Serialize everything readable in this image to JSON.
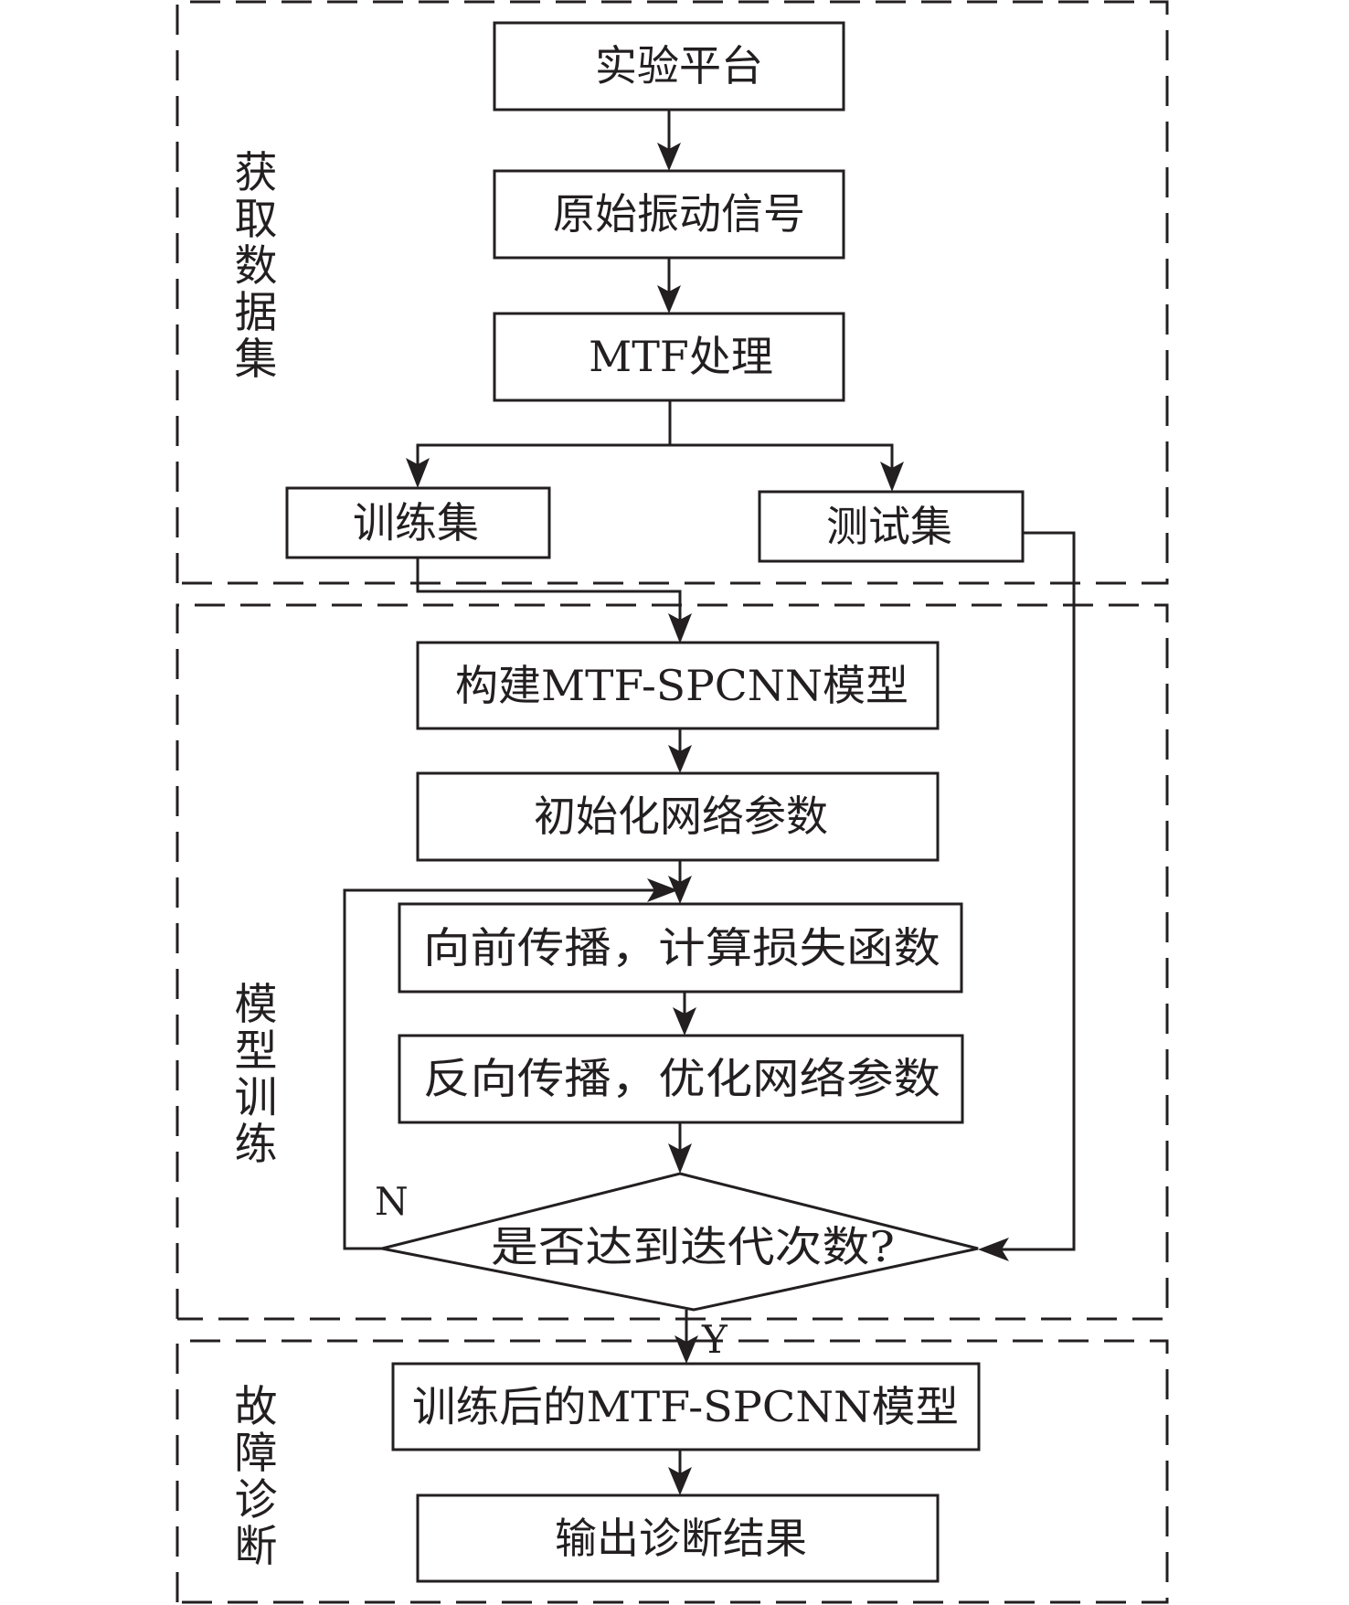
{
  "diagram": {
    "type": "flowchart",
    "colors": {
      "line": "#231f20",
      "background": "#ffffff"
    },
    "sections": [
      {
        "id": "data",
        "label": "获取数据集",
        "border_style": "dashed"
      },
      {
        "id": "train",
        "label": "模型训练",
        "border_style": "dashed"
      },
      {
        "id": "diagnose",
        "label": "故障诊断",
        "border_style": "dashed"
      }
    ],
    "nodes": [
      {
        "id": "platform",
        "section": "data",
        "shape": "rect",
        "label": "实验平台"
      },
      {
        "id": "raw_signal",
        "section": "data",
        "shape": "rect",
        "label": "原始振动信号"
      },
      {
        "id": "mtf",
        "section": "data",
        "shape": "rect",
        "label": "MTF处理"
      },
      {
        "id": "train_set",
        "section": "data",
        "shape": "rect",
        "label": "训练集"
      },
      {
        "id": "test_set",
        "section": "data",
        "shape": "rect",
        "label": "测试集"
      },
      {
        "id": "build_model",
        "section": "train",
        "shape": "rect",
        "label": "构建MTF-SPCNN模型"
      },
      {
        "id": "init_params",
        "section": "train",
        "shape": "rect",
        "label": "初始化网络参数"
      },
      {
        "id": "forward",
        "section": "train",
        "shape": "rect",
        "label": "向前传播，计算损失函数"
      },
      {
        "id": "backward",
        "section": "train",
        "shape": "rect",
        "label": "反向传播，优化网络参数"
      },
      {
        "id": "check_iter",
        "section": "train",
        "shape": "diamond",
        "label": "是否达到迭代次数?"
      },
      {
        "id": "trained_model",
        "section": "diagnose",
        "shape": "rect",
        "label": "训练后的MTF-SPCNN模型"
      },
      {
        "id": "output",
        "section": "diagnose",
        "shape": "rect",
        "label": "输出诊断结果"
      }
    ],
    "edges": [
      {
        "from": "platform",
        "to": "raw_signal",
        "label": ""
      },
      {
        "from": "raw_signal",
        "to": "mtf",
        "label": ""
      },
      {
        "from": "mtf",
        "to": "train_set",
        "label": ""
      },
      {
        "from": "mtf",
        "to": "test_set",
        "label": ""
      },
      {
        "from": "train_set",
        "to": "build_model",
        "label": ""
      },
      {
        "from": "test_set",
        "to": "check_iter",
        "label": ""
      },
      {
        "from": "build_model",
        "to": "init_params",
        "label": ""
      },
      {
        "from": "init_params",
        "to": "forward",
        "label": ""
      },
      {
        "from": "forward",
        "to": "backward",
        "label": ""
      },
      {
        "from": "backward",
        "to": "check_iter",
        "label": ""
      },
      {
        "from": "check_iter",
        "to": "forward",
        "label": "N"
      },
      {
        "from": "check_iter",
        "to": "trained_model",
        "label": "Y"
      },
      {
        "from": "trained_model",
        "to": "output",
        "label": ""
      }
    ]
  }
}
